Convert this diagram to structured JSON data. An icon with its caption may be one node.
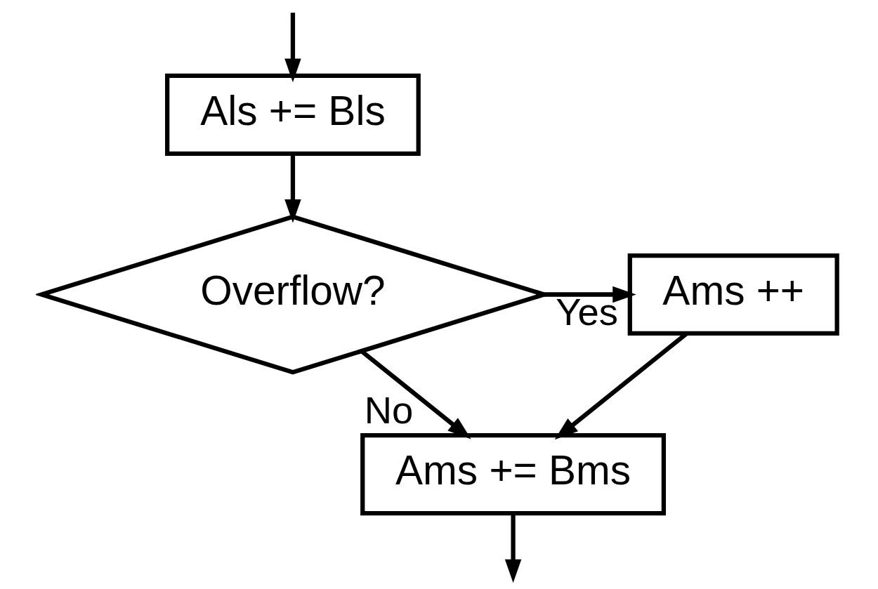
{
  "diagram": {
    "nodes": [
      {
        "text": [
          "Als += Bls"
        ]
      },
      {
        "text": [
          "Overflow?"
        ]
      },
      {
        "text": [
          "Ams ++"
        ]
      },
      {
        "text": [
          "Ams += Bms"
        ]
      }
    ],
    "edges": [
      {
        "from": null,
        "to": 0,
        "arrow": "to"
      },
      {
        "from": 0,
        "to": 1,
        "arrow": "to"
      },
      {
        "from": 1,
        "to": 2,
        "arrow": "to",
        "label": "Yes"
      },
      {
        "from": 1,
        "to": 3,
        "arrow": "to",
        "label": "No"
      },
      {
        "from": 2,
        "to": 3,
        "arrow": "to"
      },
      {
        "from": 3,
        "to": null,
        "arrow": "to"
      }
    ]
  }
}
